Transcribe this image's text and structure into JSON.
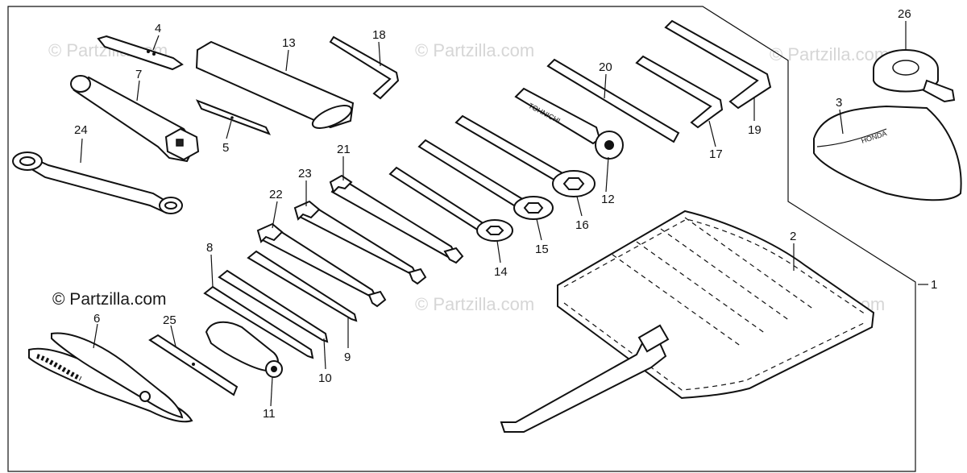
{
  "watermark": {
    "repeat_text": "© Partzilla.com",
    "main_text": "© Partzilla.com"
  },
  "callouts": {
    "c1": "1",
    "c2": "2",
    "c3": "3",
    "c4": "4",
    "c5": "5",
    "c6": "6",
    "c7": "7",
    "c8": "8",
    "c9": "9",
    "c10": "10",
    "c11": "11",
    "c12": "12",
    "c13": "13",
    "c14": "14",
    "c15": "15",
    "c16": "16",
    "c17": "17",
    "c18": "18",
    "c19": "19",
    "c20": "20",
    "c21": "21",
    "c22": "22",
    "c23": "23",
    "c24": "24",
    "c25": "25",
    "c26": "26"
  },
  "parts": {
    "p1": "tool-kit-assembly",
    "p2": "tool-bag",
    "p3": "tool-case",
    "p4": "flat-blade-tool-small",
    "p5": "flat-blade-tool",
    "p6": "pliers",
    "p7": "spark-plug-wrench",
    "p8": "screwdriver-phillips",
    "p9": "screwdriver-flat",
    "p10": "screwdriver-grip",
    "p11": "screwdriver-handle",
    "p12": "ratchet-handle",
    "p13": "tool-sleeve",
    "p14": "box-wrench-small",
    "p15": "box-wrench-medium",
    "p16": "box-wrench-large",
    "p17": "hex-wrench-medium",
    "p18": "hex-wrench-small",
    "p19": "hex-wrench-large",
    "p20": "extension-bar",
    "p21": "open-end-wrench-a",
    "p22": "open-end-wrench-b",
    "p23": "open-end-wrench-c",
    "p24": "offset-ring-wrench",
    "p25": "pin-spanner",
    "p26": "tire-gauge"
  }
}
